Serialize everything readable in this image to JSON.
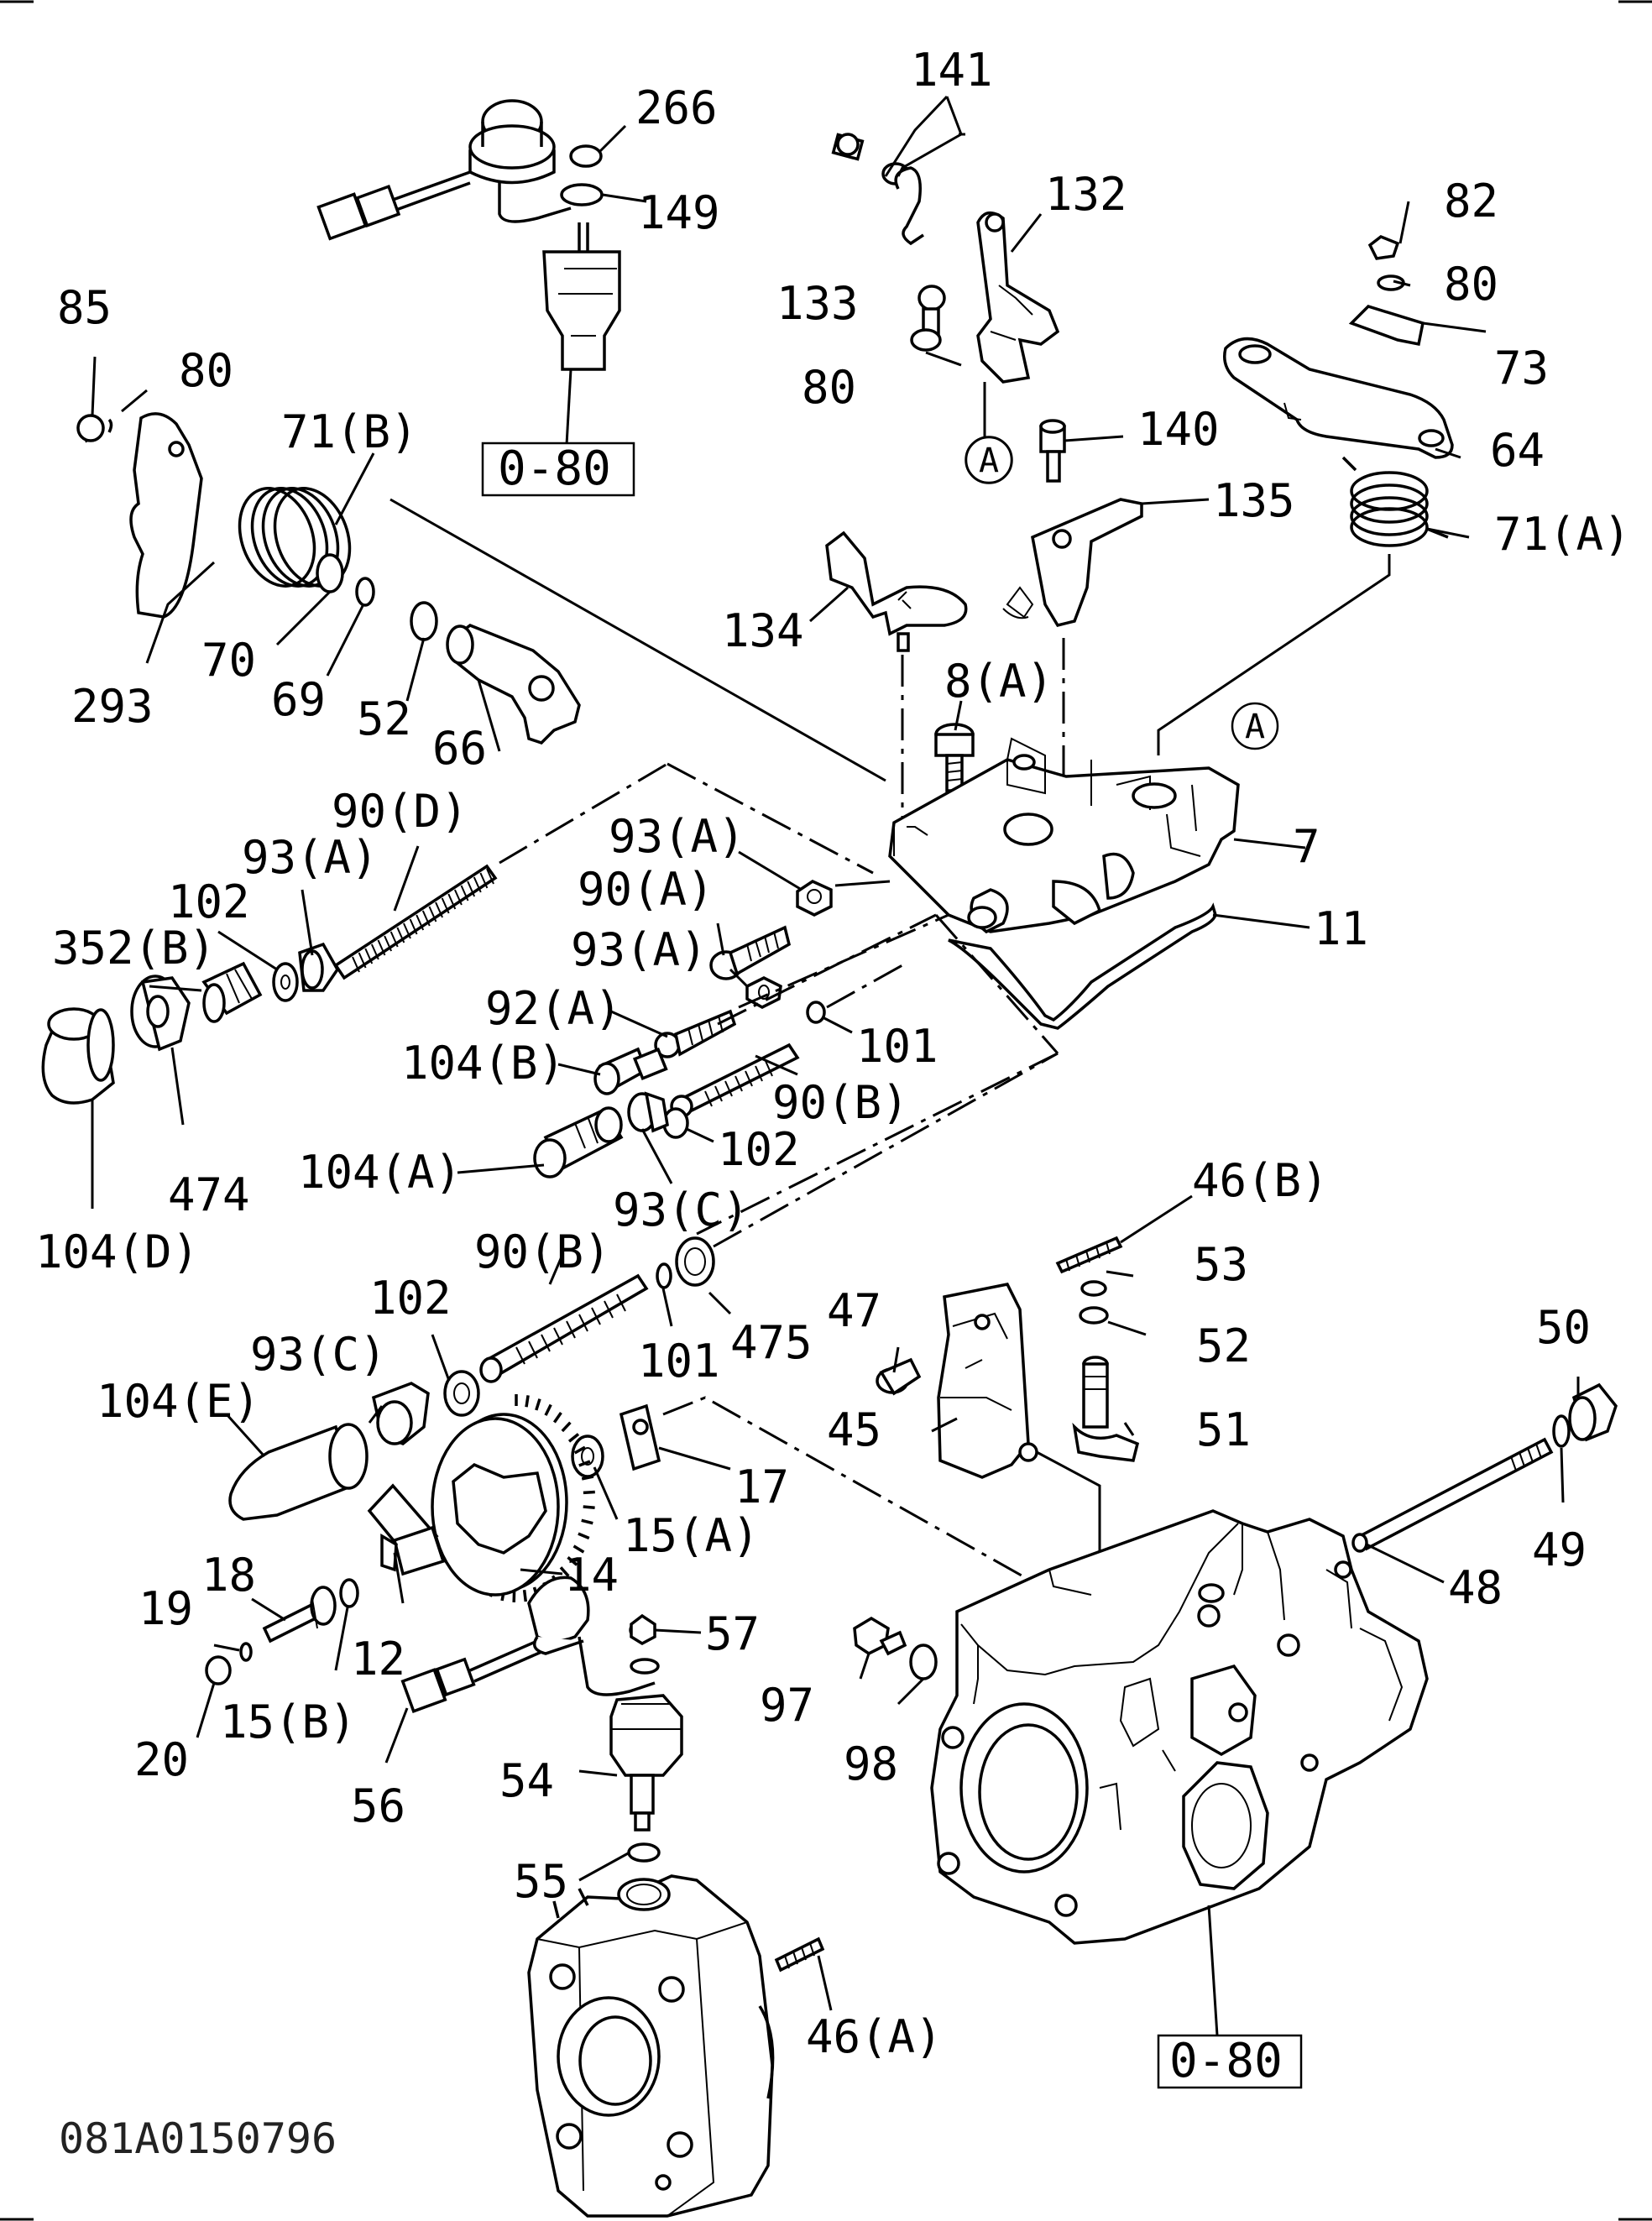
{
  "title": "",
  "drawing_code": "081A0150796",
  "reference_boxes": [
    "0-80",
    "0-80"
  ],
  "section_marker": "A",
  "callouts": [
    "266",
    "149",
    "141",
    "132",
    "82",
    "80",
    "133",
    "80",
    "73",
    "85",
    "80",
    "71(B)",
    "140",
    "64",
    "135",
    "71(A)",
    "134",
    "293",
    "70",
    "69",
    "52",
    "66",
    "8(A)",
    "90(D)",
    "93(A)",
    "7",
    "93(A)",
    "102",
    "90(A)",
    "11",
    "352(B)",
    "93(A)",
    "92(A)",
    "101",
    "104(B)",
    "90(B)",
    "102",
    "474",
    "104(A)",
    "93(C)",
    "104(D)",
    "46(B)",
    "90(B)",
    "53",
    "102",
    "47",
    "475",
    "52",
    "93(C)",
    "101",
    "50",
    "104(E)",
    "45",
    "51",
    "17",
    "15(A)",
    "49",
    "18",
    "14",
    "48",
    "19",
    "12",
    "57",
    "15(B)",
    "97",
    "98",
    "20",
    "56",
    "54",
    "55",
    "46(A)"
  ]
}
